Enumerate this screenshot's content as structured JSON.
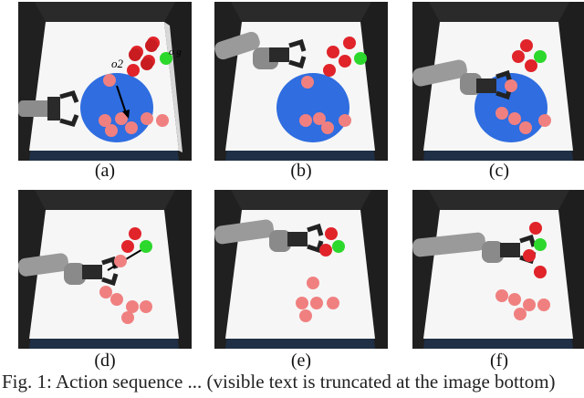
{
  "figure": {
    "panels": [
      {
        "id": "a",
        "caption": "(a)",
        "annotations": {
          "object_label": "o2",
          "goal_label": "o g"
        },
        "has_target_zone": true,
        "arm": "retracted"
      },
      {
        "id": "b",
        "caption": "(b)",
        "has_target_zone": true,
        "arm": "reaching"
      },
      {
        "id": "c",
        "caption": "(c)",
        "has_target_zone": true,
        "arm": "placing"
      },
      {
        "id": "d",
        "caption": "(d)",
        "has_target_zone": false,
        "arm": "grasping"
      },
      {
        "id": "e",
        "caption": "(e)",
        "has_target_zone": false,
        "arm": "grasping"
      },
      {
        "id": "f",
        "caption": "(f)",
        "has_target_zone": false,
        "arm": "grasping"
      }
    ],
    "bottom_caption": "Fig. 1: Action sequence ... (visible text is truncated at the image bottom)"
  },
  "colors": {
    "wall": "#2c2c2c",
    "floor": "#f7f7f7",
    "background": "#1f2f45",
    "target_zone": "#2f6de0",
    "cube_red": "#e0242a",
    "cube_pink": "#f08080",
    "cube_green": "#2dd82d",
    "arm": "#9a9a9a"
  }
}
